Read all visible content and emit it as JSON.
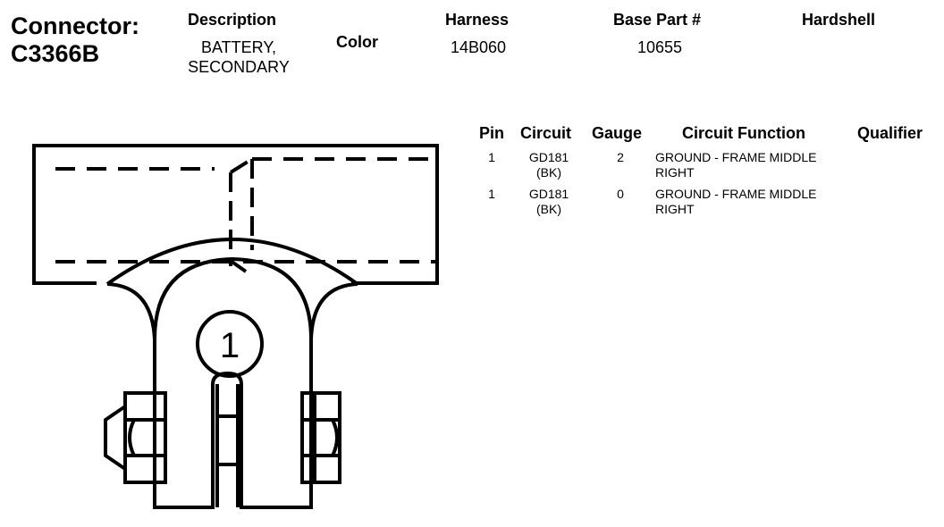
{
  "connector": {
    "label": "Connector:",
    "id": "C3366B"
  },
  "header": {
    "description_label": "Description",
    "description_line1": "BATTERY,",
    "description_line2": "SECONDARY",
    "color_label": "Color",
    "harness_label": "Harness",
    "harness_value": "14B060",
    "base_part_label": "Base Part #",
    "base_part_value": "10655",
    "hardshell_label": "Hardshell"
  },
  "table": {
    "columns": [
      "Pin",
      "Circuit",
      "Gauge",
      "Circuit Function",
      "Qualifier"
    ],
    "rows": [
      {
        "pin": "1",
        "circuit_line1": "GD181",
        "circuit_line2": "(BK)",
        "gauge": "2",
        "function_line1": "GROUND - FRAME MIDDLE",
        "function_line2": "RIGHT",
        "qualifier": ""
      },
      {
        "pin": "1",
        "circuit_line1": "GD181",
        "circuit_line2": "(BK)",
        "gauge": "0",
        "function_line1": "GROUND - FRAME MIDDLE",
        "function_line2": "RIGHT",
        "qualifier": ""
      }
    ]
  },
  "diagram": {
    "pin_label": "1"
  }
}
